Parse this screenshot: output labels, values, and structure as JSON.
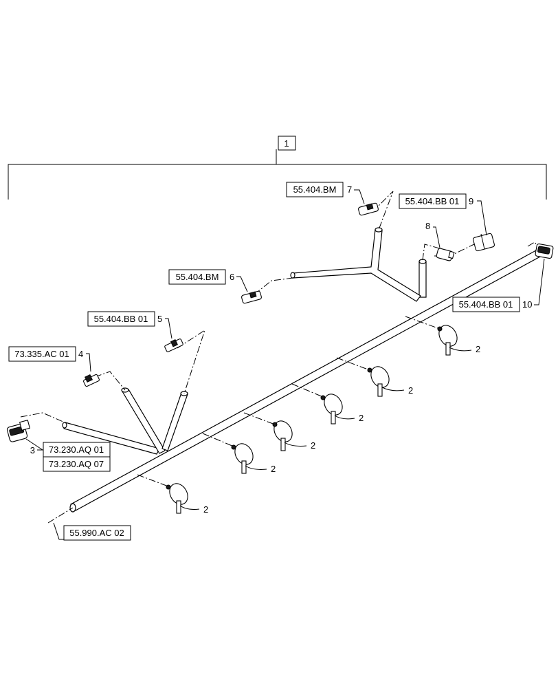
{
  "item_numbers": {
    "n1": "1",
    "n2a": "2",
    "n2b": "2",
    "n2c": "2",
    "n2d": "2",
    "n2e": "2",
    "n2f": "2",
    "n3": "3",
    "n4": "4",
    "n5": "5",
    "n6": "6",
    "n7": "7",
    "n8": "8",
    "n9": "9",
    "n10": "10"
  },
  "references": {
    "r3a": "73.230.AQ 01",
    "r3b": "73.230.AQ 07",
    "r4": "73.335.AC 01",
    "r5": "55.404.BB 01",
    "r6": "55.404.BM",
    "r7": "55.404.BM",
    "r9": "55.404.BB 01",
    "r10": "55.404.BB 01",
    "r_end": "55.990.AC 02"
  },
  "colors": {
    "line": "#000000",
    "background": "#ffffff"
  }
}
